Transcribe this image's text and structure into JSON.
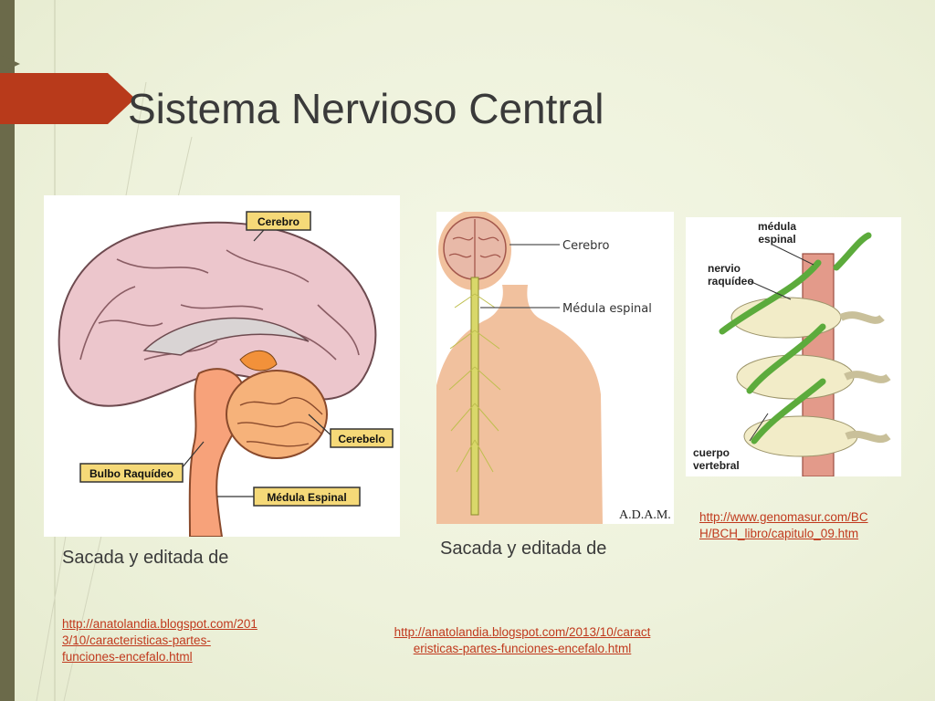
{
  "slide": {
    "title": "Sistema Nervioso Central"
  },
  "colors": {
    "accent": "#b83a1b",
    "link": "#c0391d",
    "left_bar": "#6b6a4a"
  },
  "image1": {
    "labels": {
      "cerebro": "Cerebro",
      "cerebelo": "Cerebelo",
      "bulbo": "Bulbo Raquídeo",
      "medula": "Médula Espinal"
    },
    "caption": "Sacada y editada de",
    "link_line1": "http://anatolandia.blogspot.com/201",
    "link_line2": "3/10/caracteristicas-partes-",
    "link_line3": "funciones-encefalo.html"
  },
  "image2": {
    "labels": {
      "cerebro": "Cerebro",
      "medula": "Médula espinal",
      "brand": "A.D.A.M."
    },
    "caption": "Sacada y editada de",
    "link_line1": "http://anatolandia.blogspot.com/2013/10/caract",
    "link_line2": "eristicas-partes-funciones-encefalo.html"
  },
  "image3": {
    "labels": {
      "medula_1": "médula",
      "medula_2": "espinal",
      "nervio_1": "nervio",
      "nervio_2": "raquídeo",
      "cuerpo_1": "cuerpo",
      "cuerpo_2": "vertebral"
    },
    "link_line1": "http://www.genomasur.com/BC",
    "link_line2": "H/BCH_libro/capitulo_09.htm"
  }
}
